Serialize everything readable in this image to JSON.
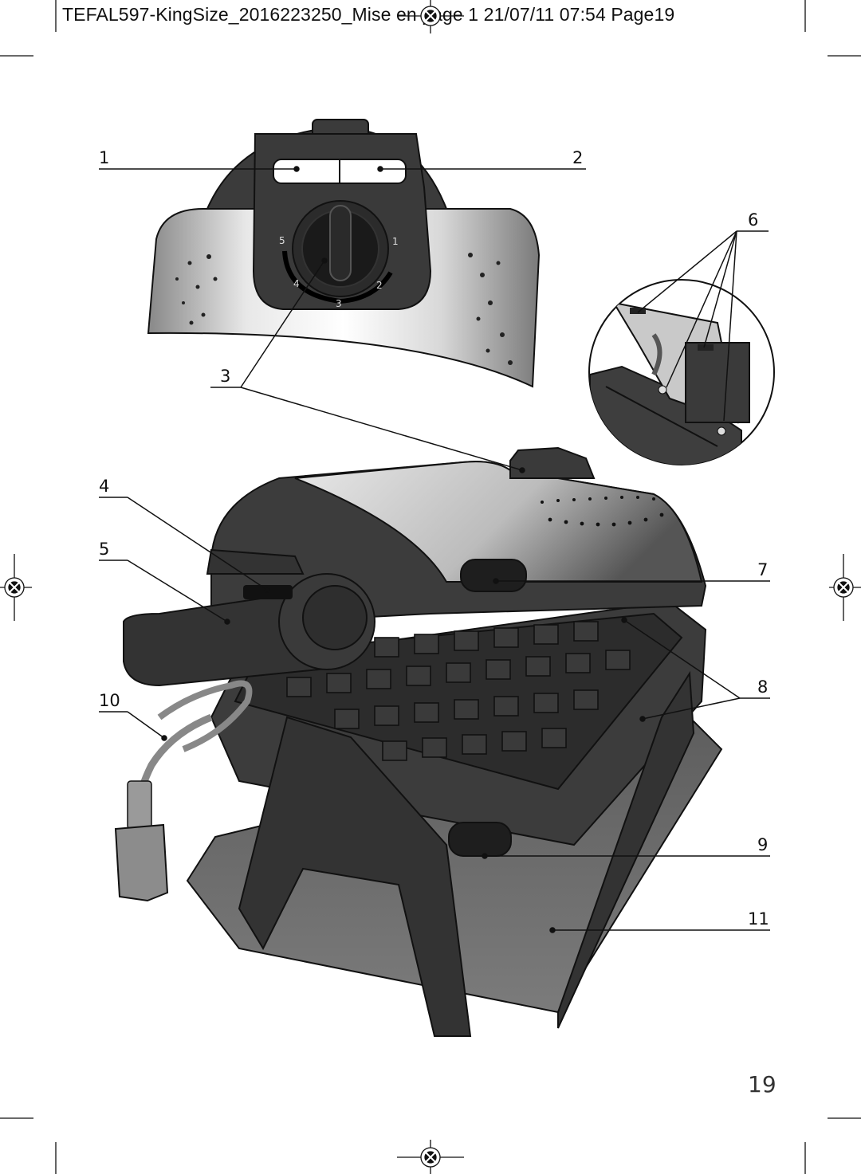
{
  "header": {
    "print_slug": "TEFAL597-KingSize_2016223250_Mise en page 1  21/07/11  07:54  Page19"
  },
  "callouts": [
    "1",
    "2",
    "3",
    "4",
    "5",
    "6",
    "7",
    "8",
    "9",
    "10",
    "11"
  ],
  "page_number": "19",
  "dial_numbers": [
    "1",
    "2",
    "3",
    "4",
    "5"
  ]
}
